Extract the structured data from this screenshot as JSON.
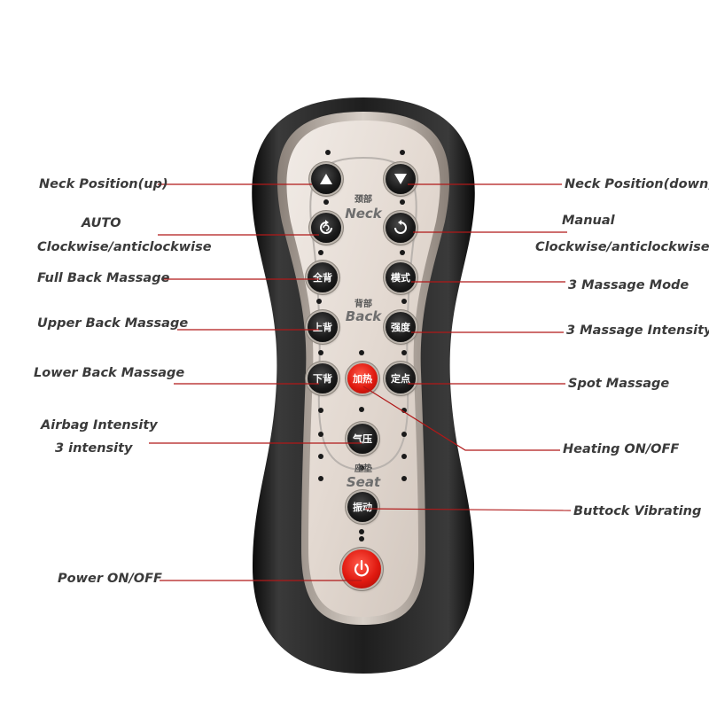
{
  "panel": {
    "neck_zh": "颈部",
    "neck_en": "Neck",
    "back_zh": "背部",
    "back_en": "Back",
    "seat_zh": "座垫",
    "seat_en": "Seat"
  },
  "buttons": {
    "full_back": "全背",
    "mode": "模式",
    "upper_back": "上背",
    "intensity": "强度",
    "lower_back": "下背",
    "heating": "加热",
    "spot": "定点",
    "airbag": "气压",
    "vibrate": "振动"
  },
  "labels": {
    "neck_up": "Neck Position(up)",
    "neck_down": "Neck Position(down)",
    "auto_1": "AUTO",
    "auto_2": "Clockwise/anticlockwise",
    "manual_1": "Manual",
    "manual_2": "Clockwise/anticlockwise",
    "full_back": "Full Back Massage",
    "mode": "3 Massage Mode",
    "upper_back": "Upper Back Massage",
    "intensity": "3 Massage Intensity",
    "lower_back": "Lower Back Massage",
    "spot": "Spot Massage",
    "airbag_1": "Airbag Intensity",
    "airbag_2": "3 intensity",
    "heating": "Heating ON/OFF",
    "vibrate": "Buttock Vibrating",
    "power": "Power ON/OFF"
  },
  "colors": {
    "leader_line": "#b01818",
    "panel": "#e6ddd6",
    "body": "#1c1c1c",
    "red_button": "#e01a10"
  },
  "icons": {
    "neck_up": "triangle-up-icon",
    "neck_down": "triangle-down-icon",
    "auto": "rotate-icon",
    "manual": "rotate-icon",
    "power": "power-icon"
  }
}
